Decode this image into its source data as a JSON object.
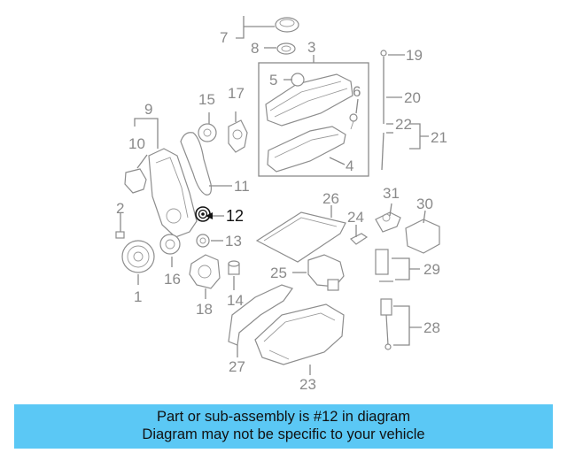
{
  "parts": {
    "p1": "1",
    "p2": "2",
    "p3": "3",
    "p4": "4",
    "p5": "5",
    "p6": "6",
    "p7": "7",
    "p8": "8",
    "p9": "9",
    "p10": "10",
    "p11": "11",
    "p12": "12",
    "p13": "13",
    "p14": "14",
    "p15": "15",
    "p16": "16",
    "p17": "17",
    "p18": "18",
    "p19": "19",
    "p20": "20",
    "p21": "21",
    "p22": "22",
    "p23": "23",
    "p24": "24",
    "p25": "25",
    "p26": "26",
    "p27": "27",
    "p28": "28",
    "p29": "29",
    "p30": "30",
    "p31": "31"
  },
  "highlighted_part": "12",
  "colors": {
    "banner": "#5bc8f5",
    "highlight": "#111111",
    "linework": "#8a8a8a"
  },
  "banner": {
    "line1": "Part or sub-assembly is #12 in diagram",
    "line2": "Diagram may not be specific to your vehicle"
  }
}
